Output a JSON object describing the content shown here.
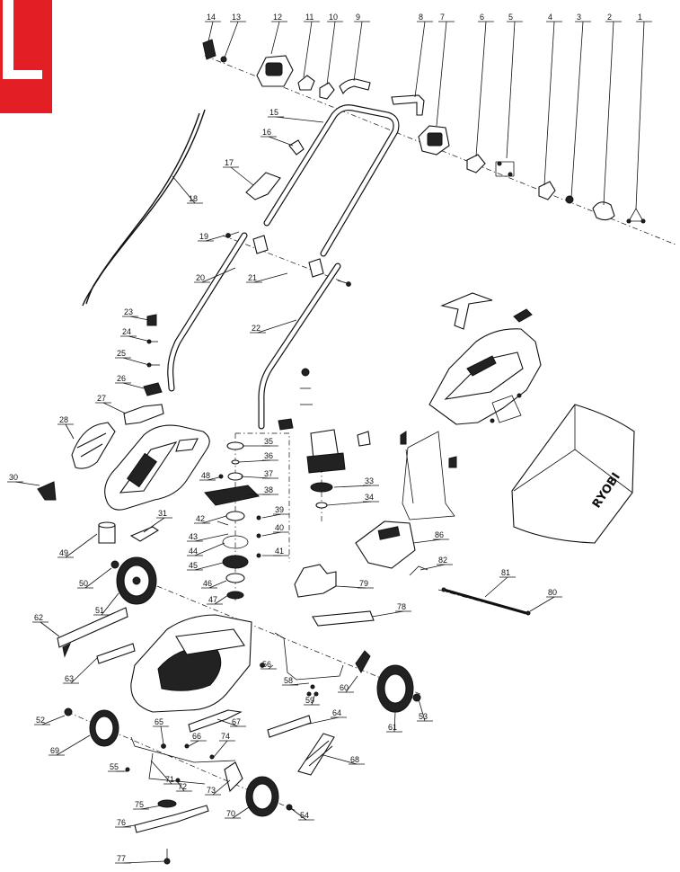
{
  "brand": {
    "bag_logo": "RYOBI",
    "accent_color": "#e31e24"
  },
  "callouts": [
    "1",
    "2",
    "3",
    "4",
    "5",
    "6",
    "7",
    "8",
    "9",
    "10",
    "11",
    "12",
    "13",
    "14",
    "15",
    "16",
    "17",
    "18",
    "19",
    "20",
    "21",
    "22",
    "23",
    "24",
    "25",
    "26",
    "27",
    "28",
    "30",
    "31",
    "33",
    "34",
    "35",
    "36",
    "37",
    "38",
    "39",
    "40",
    "41",
    "42",
    "43",
    "44",
    "45",
    "46",
    "47",
    "48",
    "49",
    "50",
    "51",
    "52",
    "53",
    "54",
    "55",
    "56",
    "58",
    "59",
    "60",
    "61",
    "62",
    "63",
    "64",
    "65",
    "66",
    "67",
    "68",
    "69",
    "70",
    "71",
    "72",
    "73",
    "74",
    "75",
    "76",
    "77",
    "78",
    "79",
    "80",
    "81",
    "82",
    "86"
  ]
}
